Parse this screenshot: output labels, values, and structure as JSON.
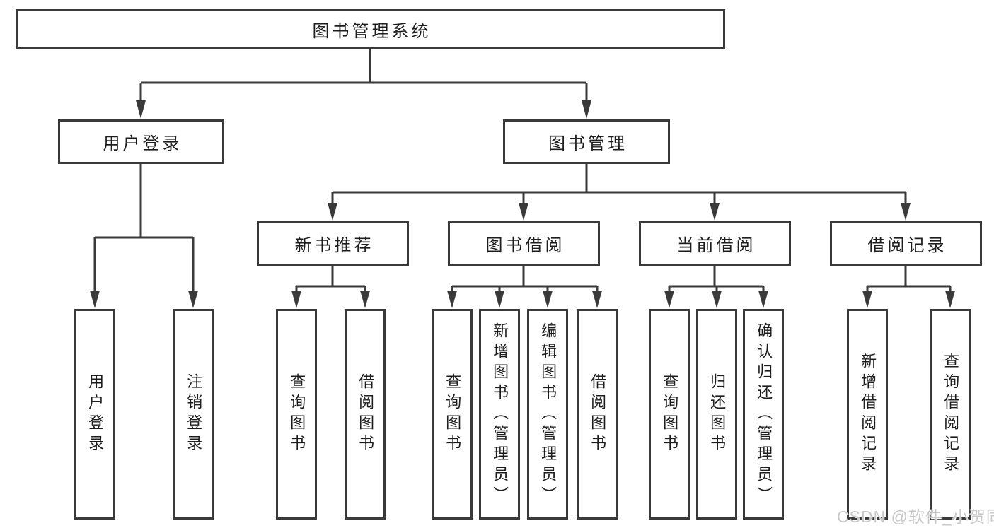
{
  "diagram": {
    "root": {
      "label": "图书管理系统"
    },
    "level2": [
      {
        "label": "用户登录"
      },
      {
        "label": "图书管理"
      }
    ],
    "level3": [
      {
        "label": "新书推荐"
      },
      {
        "label": "图书借阅"
      },
      {
        "label": "当前借阅"
      },
      {
        "label": "借阅记录"
      }
    ],
    "leaves": {
      "user_login": [
        {
          "label": "用户登录"
        },
        {
          "label": "注销登录"
        }
      ],
      "new_book_recommend": [
        {
          "label": "查询图书"
        },
        {
          "label": "借阅图书"
        }
      ],
      "book_borrow": [
        {
          "label": "查询图书"
        },
        {
          "label": "新增图书（管理员）"
        },
        {
          "label": "编辑图书（管理员）"
        },
        {
          "label": "借阅图书"
        }
      ],
      "current_borrow": [
        {
          "label": "查询图书"
        },
        {
          "label": "归还图书"
        },
        {
          "label": "确认归还（管理员）"
        }
      ],
      "borrow_records": [
        {
          "label": "新增借阅记录"
        },
        {
          "label": "查询借阅记录"
        }
      ]
    },
    "watermark": "CSDN @软件_小贺同学",
    "colors": {
      "line": "#3a3a3a",
      "box_border": "#3a3a3a",
      "text": "#1d1d1d",
      "watermark": "#c9c9c9",
      "background": "#ffffff"
    }
  }
}
